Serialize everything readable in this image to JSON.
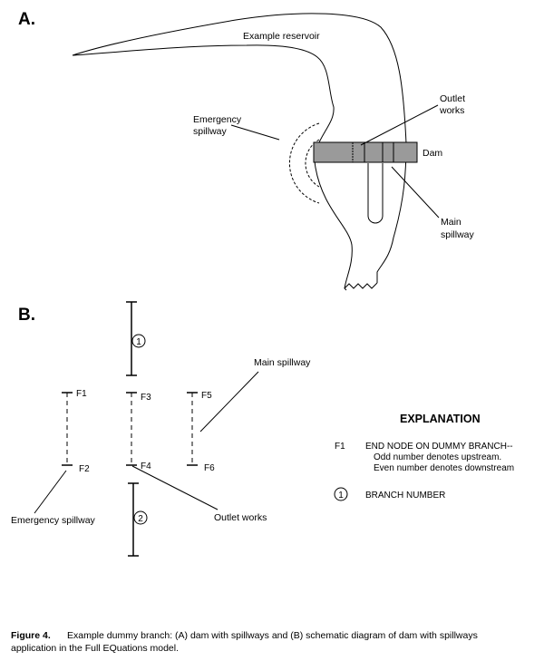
{
  "panel_a": {
    "label": "A.",
    "example_reservoir": "Example reservoir",
    "outlet_works": [
      "Outlet",
      "works"
    ],
    "emergency_spillway": [
      "Emergency",
      "spillway"
    ],
    "dam": "Dam",
    "main_spillway": [
      "Main",
      "spillway"
    ]
  },
  "panel_b": {
    "label": "B.",
    "branch_1": "1",
    "branch_2": "2",
    "nodes": {
      "f1": "F1",
      "f2": "F2",
      "f3": "F3",
      "f4": "F4",
      "f5": "F5",
      "f6": "F6"
    },
    "main_spillway": "Main spillway",
    "emergency_spillway": "Emergency spillway",
    "outlet_works": "Outlet works"
  },
  "explanation": {
    "title": "EXPLANATION",
    "node_symbol": "F1",
    "node_text": "END NODE ON DUMMY BRANCH--",
    "node_odd": "Odd number denotes upstream.",
    "node_even": "Even number denotes downstream",
    "branch_symbol": "1",
    "branch_text": "BRANCH NUMBER"
  },
  "caption": {
    "label": "Figure 4.",
    "text_line1": "Example dummy branch: (A) dam with spillways and (B) schematic diagram of dam with spillways",
    "text_line2": "application in the Full EQuations model."
  },
  "colors": {
    "ink": "#000000",
    "dam_fill": "#9a9a9a",
    "background": "#ffffff"
  }
}
